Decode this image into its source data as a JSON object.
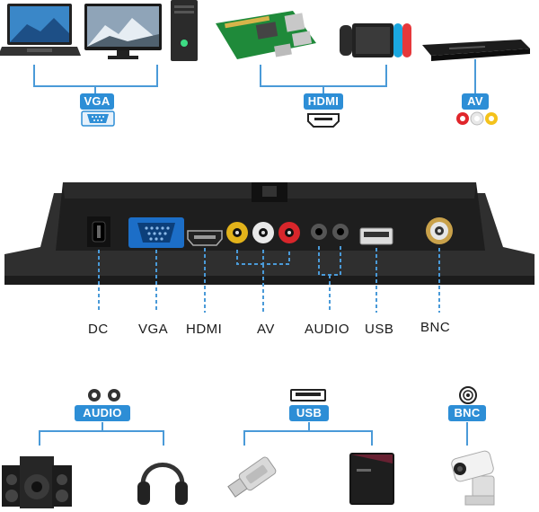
{
  "top_sources": {
    "vga_label": "VGA",
    "hdmi_label": "HDMI",
    "av_label": "AV"
  },
  "ports": {
    "dc": "DC",
    "vga": "VGA",
    "hdmi": "HDMI",
    "av": "AV",
    "audio": "AUDIO",
    "usb": "USB",
    "bnc": "BNC"
  },
  "outputs": {
    "audio_label": "AUDIO",
    "usb_label": "USB",
    "bnc_label": "BNC"
  },
  "colors": {
    "accent": "#2d8ed6",
    "connector_line": "#4a9ad8",
    "panel": "#2a2a2a"
  },
  "icons": [
    "laptop-icon",
    "desktop-pc-icon",
    "raspberry-pi-icon",
    "game-console-icon",
    "dvd-player-icon",
    "vga-port-icon",
    "hdmi-port-icon",
    "rca-jacks-icon",
    "audio-jacks-icon",
    "usb-port-icon",
    "bnc-port-icon",
    "speakers-icon",
    "headphones-icon",
    "usb-drive-icon",
    "tv-box-icon",
    "cctv-camera-icon"
  ]
}
